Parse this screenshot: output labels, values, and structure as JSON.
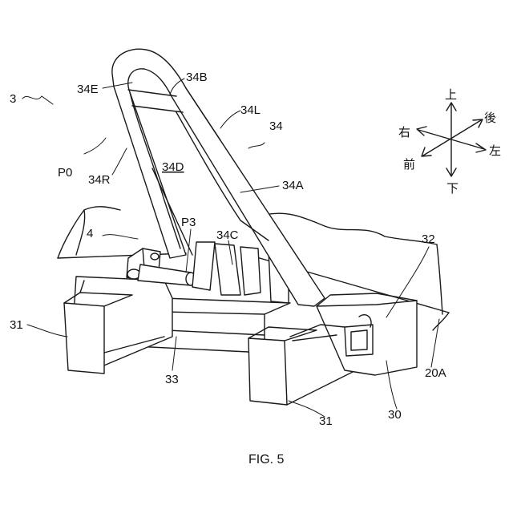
{
  "figure": {
    "caption": "FIG. 5",
    "labels": {
      "device": "3",
      "p0": "P0",
      "l34E": "34E",
      "l34B": "34B",
      "l34L": "34L",
      "l34": "34",
      "l34R": "34R",
      "l34D": "34D",
      "l34A": "34A",
      "l4": "4",
      "p3": "P3",
      "l34C": "34C",
      "l32": "32",
      "l31a": "31",
      "l33": "33",
      "l31b": "31",
      "l30": "30",
      "l20A": "20A"
    },
    "compass": {
      "up": "上",
      "down": "下",
      "right_side": "右",
      "left_side": "左",
      "front": "前",
      "rear": "後"
    }
  }
}
